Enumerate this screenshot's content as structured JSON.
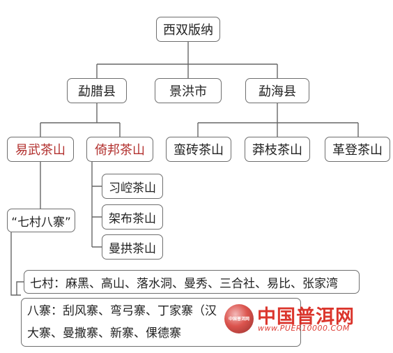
{
  "diagram": {
    "root": "西双版纳",
    "counties": [
      "勐腊县",
      "景洪市",
      "勐海县"
    ],
    "mountains": [
      "易武茶山",
      "倚邦茶山",
      "蛮砖茶山",
      "莽枝茶山",
      "革登茶山"
    ],
    "sub_mountains": [
      "习崆茶山",
      "架布茶山",
      "曼拱茶山"
    ],
    "qicun_label": "“七村八寨”",
    "qicun_list": "七村：麻黑、高山、落水洞、曼秀、三合社、易比、张家湾",
    "bazhai_line1": "八寨：刮风寨、弯弓寨、丁家寨（汉",
    "bazhai_line2": "大寨、曼撒寨、新寨、倮德寨"
  },
  "watermark": {
    "logo_text": "中国普洱网",
    "title": "中国普洱网",
    "url": "www.PUER10000.COM"
  },
  "colors": {
    "highlight": "#b2302e",
    "border": "#6e6e6e",
    "line": "#666666",
    "watermark": "#d9251c"
  }
}
